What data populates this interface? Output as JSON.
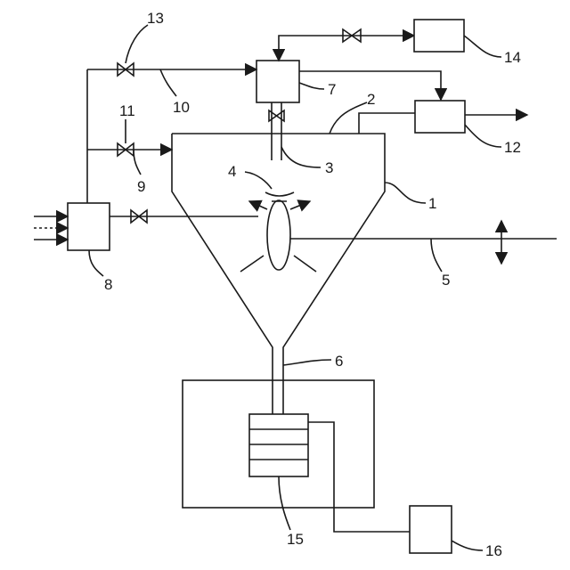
{
  "labels": {
    "l1": "1",
    "l2": "2",
    "l3": "3",
    "l4": "4",
    "l5": "5",
    "l6": "6",
    "l7": "7",
    "l8": "8",
    "l9": "9",
    "l10": "10",
    "l11": "11",
    "l12": "12",
    "l13": "13",
    "l14": "14",
    "l15": "15",
    "l16": "16"
  },
  "colors": {
    "line": "#1a1a1a",
    "background": "#ffffff"
  }
}
